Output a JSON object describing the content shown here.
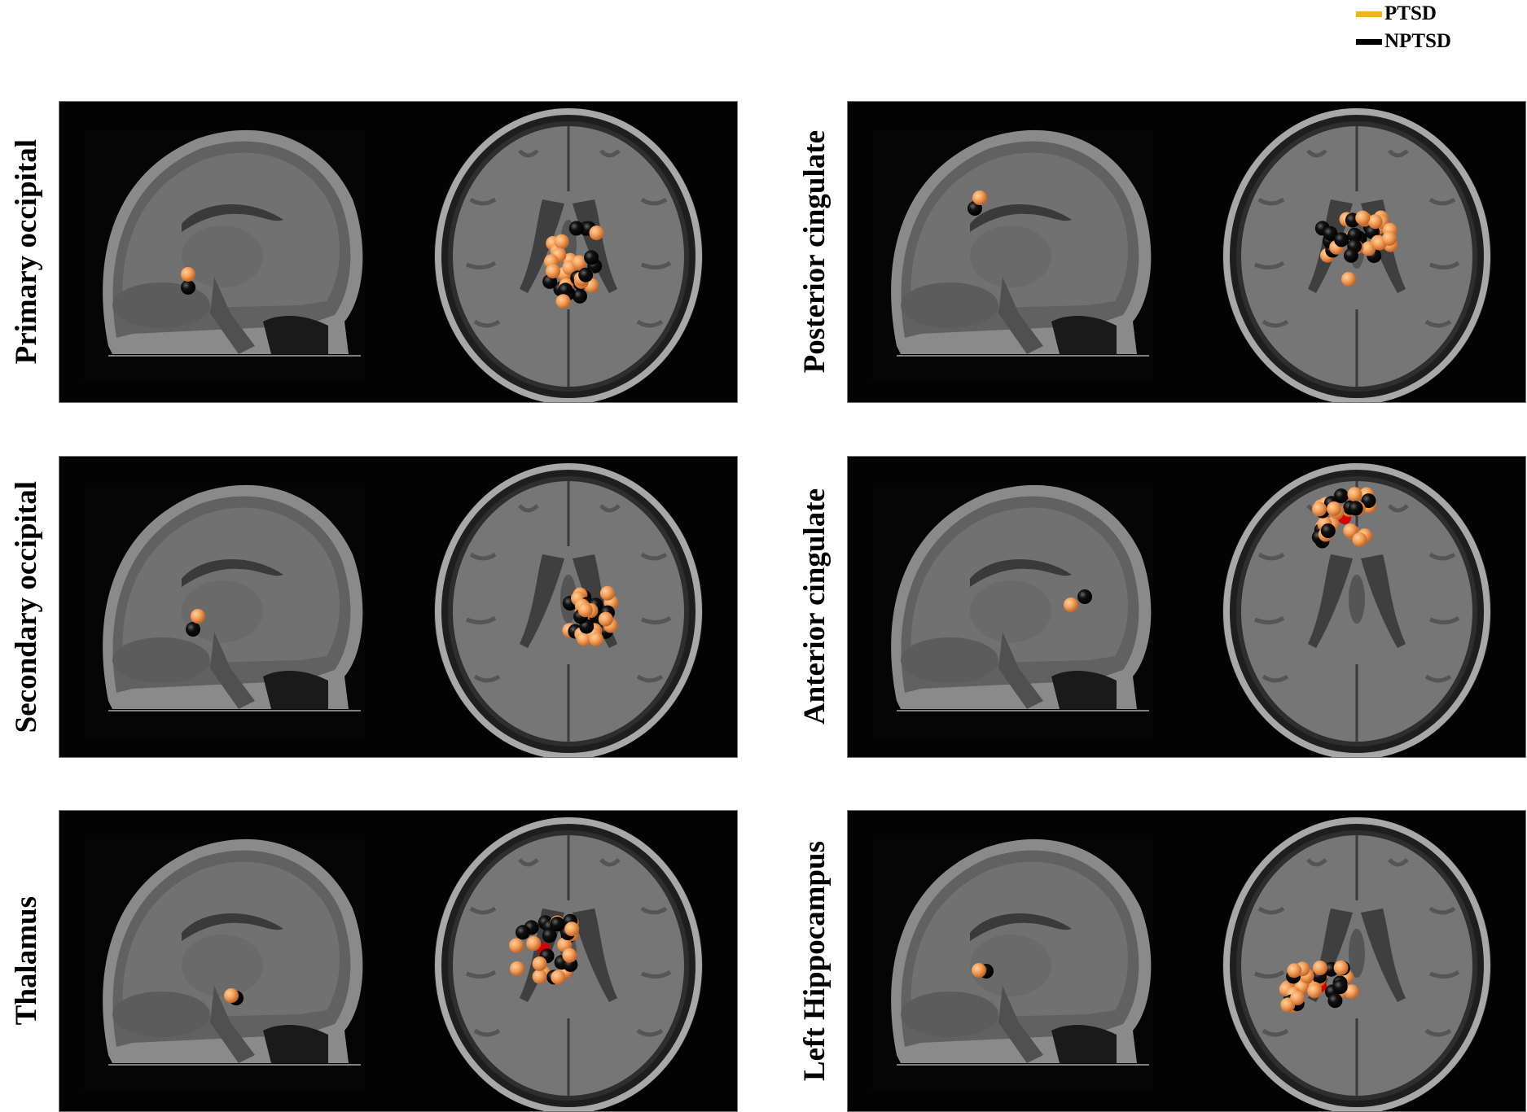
{
  "legend": {
    "items": [
      {
        "label": "PTSD",
        "color": "#F2B227"
      },
      {
        "label": "NPTSD",
        "color": "#000000"
      }
    ]
  },
  "colors": {
    "ptsd_sphere": "#F4A15A",
    "nptsd_sphere": "#111111",
    "overlap": "#D80000",
    "panel_bg": "#030303"
  },
  "panels": [
    {
      "label": "Primary occipital",
      "sagittal": {
        "ptsd": [
          [
            158,
            212
          ]
        ],
        "nptsd": [
          [
            158,
            228
          ]
        ]
      }
    },
    {
      "label": "Posterior cingulate",
      "sagittal": {
        "ptsd": [
          [
            162,
            118
          ]
        ],
        "nptsd": [
          [
            156,
            131
          ]
        ]
      }
    },
    {
      "label": "Secondary occipital",
      "sagittal": {
        "ptsd": [
          [
            170,
            196
          ]
        ],
        "nptsd": [
          [
            164,
            212
          ]
        ]
      }
    },
    {
      "label": "Anterior cingulate",
      "sagittal": {
        "ptsd": [
          [
            274,
            182
          ]
        ],
        "nptsd": [
          [
            291,
            172
          ]
        ]
      }
    },
    {
      "label": "Thalamus",
      "sagittal": {
        "ptsd": [
          [
            211,
            227
          ]
        ],
        "nptsd": [
          [
            217,
            230
          ]
        ]
      }
    },
    {
      "label": "Left Hippocampus",
      "sagittal": {
        "ptsd": [
          [
            161,
            196
          ]
        ],
        "nptsd": [
          [
            170,
            197
          ]
        ]
      }
    }
  ]
}
